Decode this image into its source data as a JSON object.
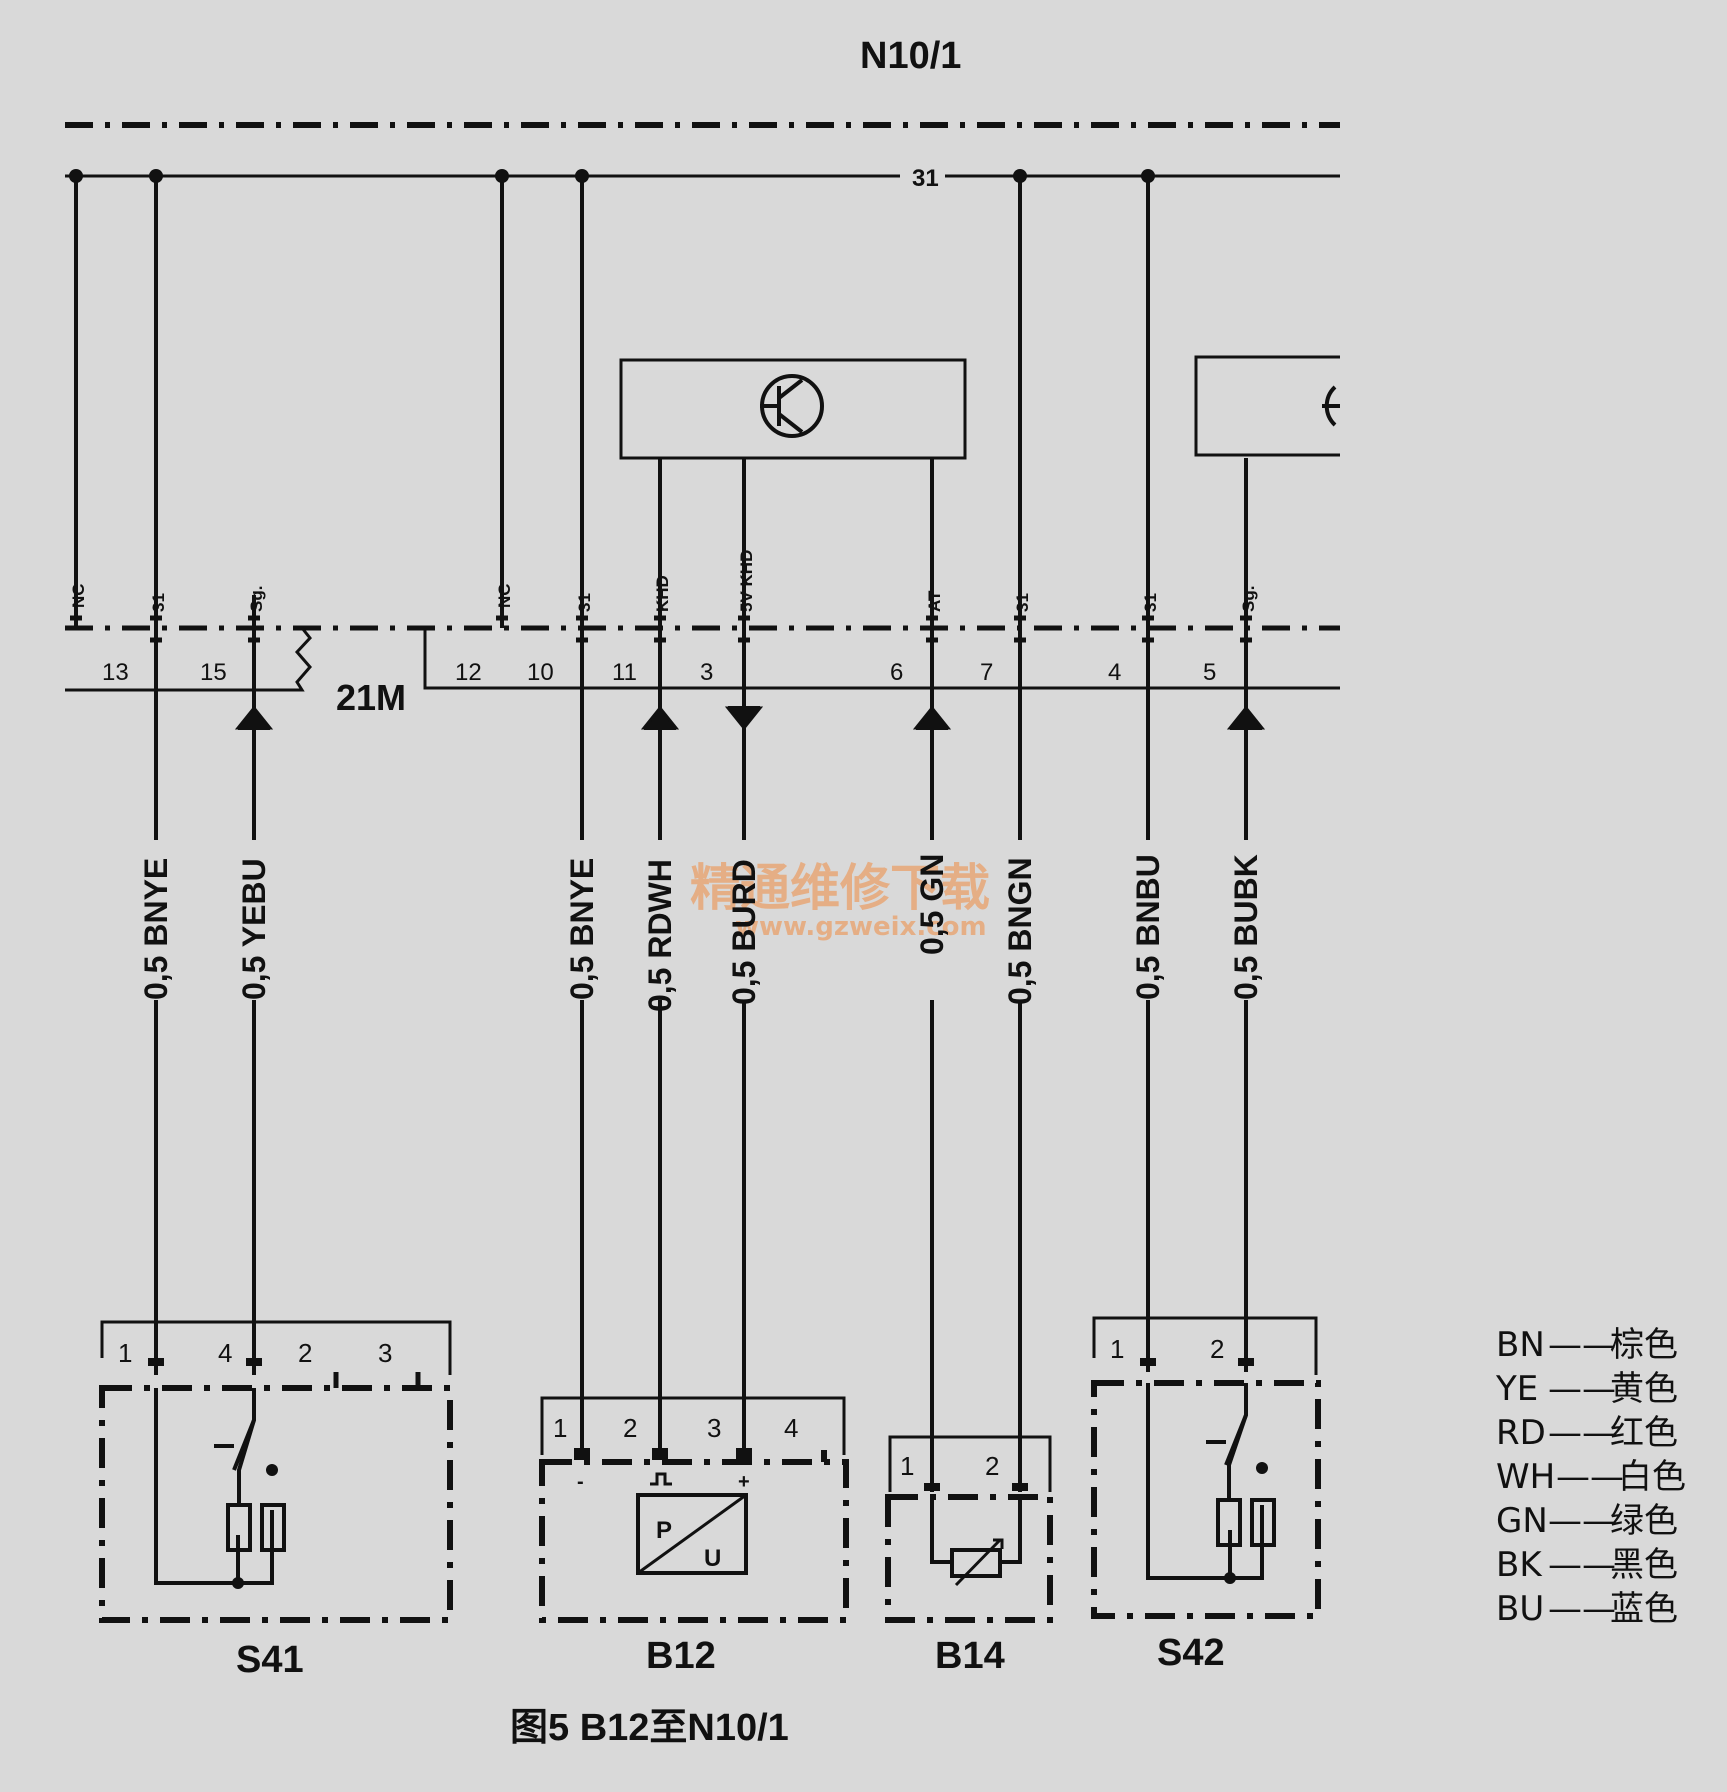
{
  "title": "N10/1",
  "bus_label": "31",
  "connector_label": "21M",
  "caption": "图5  B12至N10/1",
  "watermark": {
    "cn": "精通维修下载",
    "url": "www.gzweix.com"
  },
  "pin_numbers": [
    "13",
    "15",
    "12",
    "10",
    "11",
    "3",
    "6",
    "7",
    "4",
    "5"
  ],
  "pin_functions": [
    "NC",
    "31",
    "Sg.",
    "NC",
    "31",
    "KHD",
    "5V KHD",
    "AT",
    "31",
    "31",
    "Sg."
  ],
  "wires": [
    "0,5 BNYE",
    "0,5 YEBU",
    "0,5 BNYE",
    "0,5 RDWH",
    "0,5 BURD",
    "0,5 GN",
    "0,5 BNGN",
    "0,5 BNBU",
    "0,5 BUBK"
  ],
  "components": {
    "s41": {
      "name": "S41",
      "pins": [
        "1",
        "4",
        "2",
        "3"
      ]
    },
    "b12": {
      "name": "B12",
      "pins": [
        "1",
        "2",
        "3",
        "4"
      ],
      "symbol": [
        "P",
        "U"
      ],
      "polarity": [
        "-",
        "+"
      ]
    },
    "b14": {
      "name": "B14",
      "pins": [
        "1",
        "2"
      ]
    },
    "s42": {
      "name": "S42",
      "pins": [
        "1",
        "2"
      ]
    }
  },
  "legend": [
    {
      "code": "BN",
      "sep": "——",
      "color": "棕色"
    },
    {
      "code": "YE",
      "sep": "——",
      "color": "黄色"
    },
    {
      "code": "RD",
      "sep": "——",
      "color": "红色"
    },
    {
      "code": "WH",
      "sep": "——",
      "color": "白色"
    },
    {
      "code": "GN",
      "sep": "——",
      "color": "绿色"
    },
    {
      "code": "BK",
      "sep": "——",
      "color": "黑色"
    },
    {
      "code": "BU",
      "sep": "——",
      "color": "蓝色"
    }
  ],
  "colors": {
    "background": "#d9d9d9",
    "ink": "#111111",
    "watermark": "#e9a06a"
  }
}
